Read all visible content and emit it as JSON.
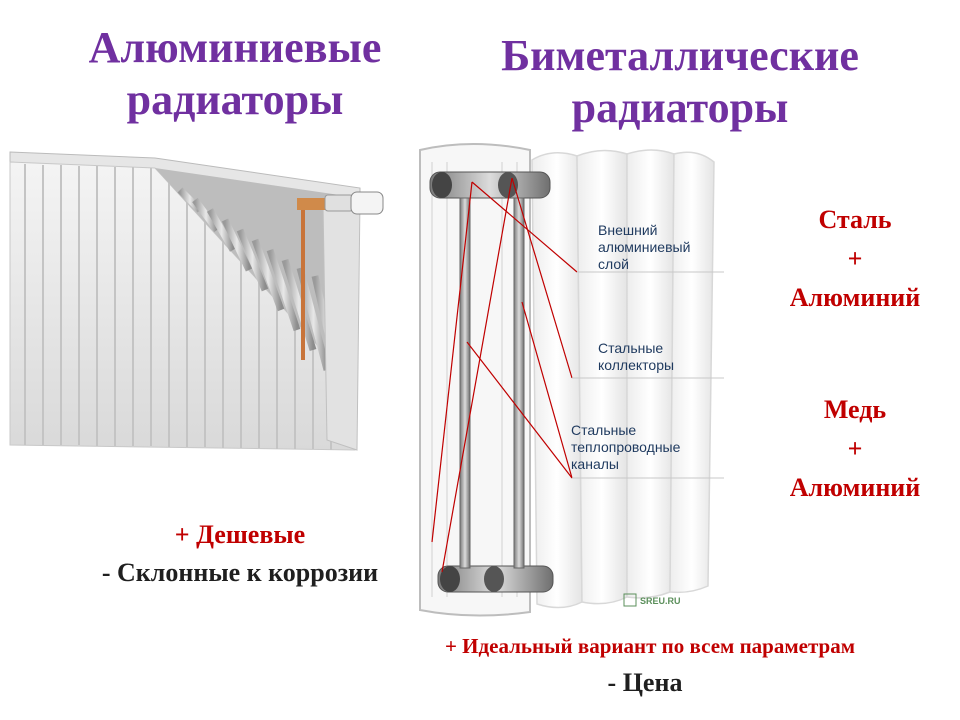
{
  "left": {
    "title_lines": [
      "Алюминиевые",
      "радиаторы"
    ],
    "pros": "+ Дешевые",
    "cons": "- Склонные к коррозии"
  },
  "right": {
    "title_lines": [
      "Биметаллические",
      "радиаторы"
    ],
    "callouts": [
      {
        "lines": [
          "Внешний",
          "алюминиевый",
          "слой"
        ]
      },
      {
        "lines": [
          "Стальные",
          "коллекторы"
        ]
      },
      {
        "lines": [
          "Стальные",
          "теплопроводные",
          "каналы"
        ]
      }
    ],
    "variants": [
      {
        "top": "Сталь",
        "plus": "+",
        "bottom": "Алюминий"
      },
      {
        "top": "Медь",
        "plus": "+",
        "bottom": "Алюминий"
      }
    ],
    "pros": "+ Идеальный вариант по всем параметрам",
    "cons": "- Цена",
    "watermark": "SREU.RU"
  },
  "colors": {
    "title": "#7030a0",
    "accent": "#c00000",
    "body_text": "#1f1f1f"
  }
}
